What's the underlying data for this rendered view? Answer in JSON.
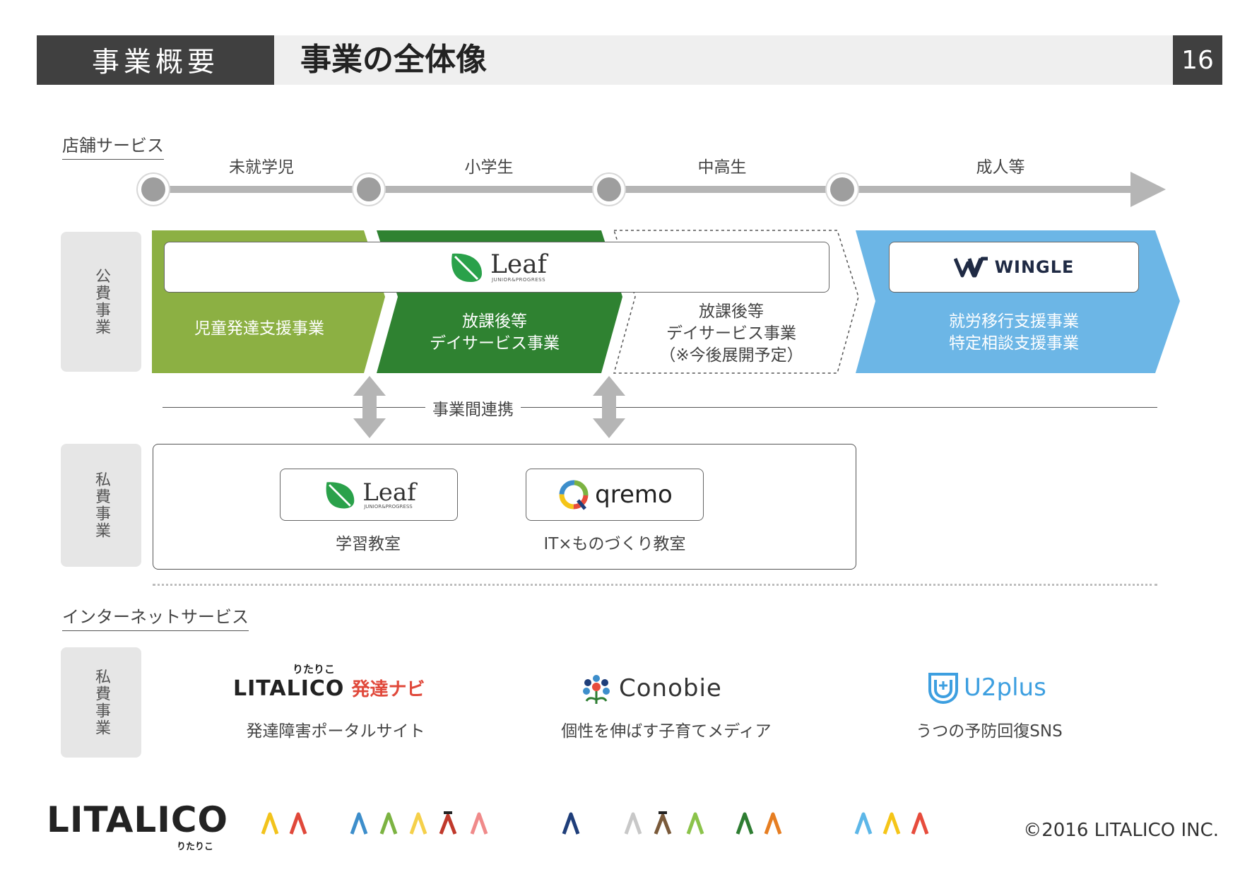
{
  "header": {
    "section": "事業概要",
    "title": "事業の全体像",
    "page_number": "16"
  },
  "store_services": {
    "heading": "店舗サービス",
    "stages": [
      "未就学児",
      "小学生",
      "中高生",
      "成人等"
    ],
    "public_label": "公費事業",
    "leaf_brand": "Leaf",
    "leaf_tagline": "JUNIOR&PROGRESS",
    "wingle_brand": "WINGLE",
    "segments": {
      "preschool": "児童発達支援事業",
      "afterschool_1": "放課後等",
      "afterschool_2": "デイサービス事業",
      "future_1": "放課後等",
      "future_2": "デイサービス事業",
      "future_3": "（※今後展開予定）",
      "wingle_1": "就労移行支援事業",
      "wingle_2": "特定相談支援事業"
    },
    "collab_label": "事業間連携",
    "private_label": "私費事業",
    "qremo_brand": "qremo",
    "leaf_class_caption": "学習教室",
    "qremo_caption": "IT×ものづくり教室"
  },
  "internet_services": {
    "heading": "インターネットサービス",
    "private_label": "私費事業",
    "litalico_navi": {
      "ruby": "りたりこ",
      "brand": "LITALICO",
      "suffix": "発達ナビ",
      "caption": "発達障害ポータルサイト"
    },
    "conobie": {
      "brand": "Conobie",
      "caption": "個性を伸ばす子育てメディア"
    },
    "u2plus": {
      "brand": "U2plus",
      "caption": "うつの予防回復SNS"
    }
  },
  "footer": {
    "logo": "LITALICO",
    "logo_ruby": "りたりこ",
    "copyright": "©2016 LITALICO INC.",
    "figure_colors": [
      "#f2c31c",
      "#e0483a",
      "#3d8ecb",
      "#7cb342",
      "#f5d04a",
      "#c0392b",
      "#f08a8a",
      "#1f3e7a",
      "#c8c8c8",
      "#7a5a3a",
      "#8bc34a",
      "#2e7d32",
      "#e67e22",
      "#5db7e8",
      "#f5c518",
      "#e74c3c"
    ]
  },
  "colors": {
    "dark_header": "#404040",
    "light_green": "#8cb043",
    "dark_green": "#2f8231",
    "blue": "#6cb6e6",
    "timeline_grey": "#b5b5b5",
    "leaf_green": "#2aa14a",
    "litalico_red": "#e0483a"
  }
}
